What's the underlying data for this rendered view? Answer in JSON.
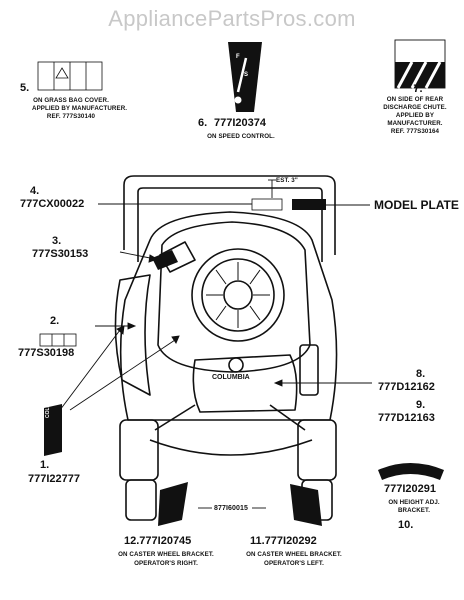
{
  "watermark": "AppliancePartsPros.com",
  "callouts": {
    "c1": {
      "num": "1.",
      "part": "777I22777"
    },
    "c2": {
      "num": "2.",
      "part": "777S30198"
    },
    "c3": {
      "num": "3.",
      "part": "777S30153"
    },
    "c4": {
      "num": "4.",
      "part": "777CX00022"
    },
    "c5": {
      "num": "5.",
      "note1": "ON GRASS BAG COVER.",
      "note2": "APPLIED BY MANUFACTURER.",
      "note3": "REF. 777S30140"
    },
    "c6": {
      "num": "6.",
      "part": "777I20374",
      "note1": "ON SPEED CONTROL."
    },
    "c7": {
      "num": "7.",
      "note1": "ON SIDE OF REAR",
      "note2": "DISCHARGE CHUTE.",
      "note3": "APPLIED BY",
      "note4": "MANUFACTURER.",
      "note5": "REF. 777S30164"
    },
    "c8": {
      "num": "8.",
      "part": "777D12162"
    },
    "c9": {
      "num": "9.",
      "part": "777D12163"
    },
    "c10": {
      "num": "10.",
      "part": "777I20291",
      "note1": "ON HEIGHT ADJ.",
      "note2": "BRACKET."
    },
    "c11": {
      "num": "11.",
      "part": "777I20292",
      "note1": "ON CASTER WHEEL BRACKET.",
      "note2": "OPERATOR'S LEFT."
    },
    "c12": {
      "num": "12.",
      "part": "777I20745",
      "note1": "ON CASTER WHEEL BRACKET.",
      "note2": "OPERATOR'S RIGHT."
    }
  },
  "model_plate": "MODEL PLATE",
  "est_label": "EST. 3\"",
  "center_part": "877I60015",
  "engine_brand": "COLUMBIA",
  "sticker1_text": "COLUMBIA",
  "lever_letters": [
    "F",
    "S"
  ]
}
